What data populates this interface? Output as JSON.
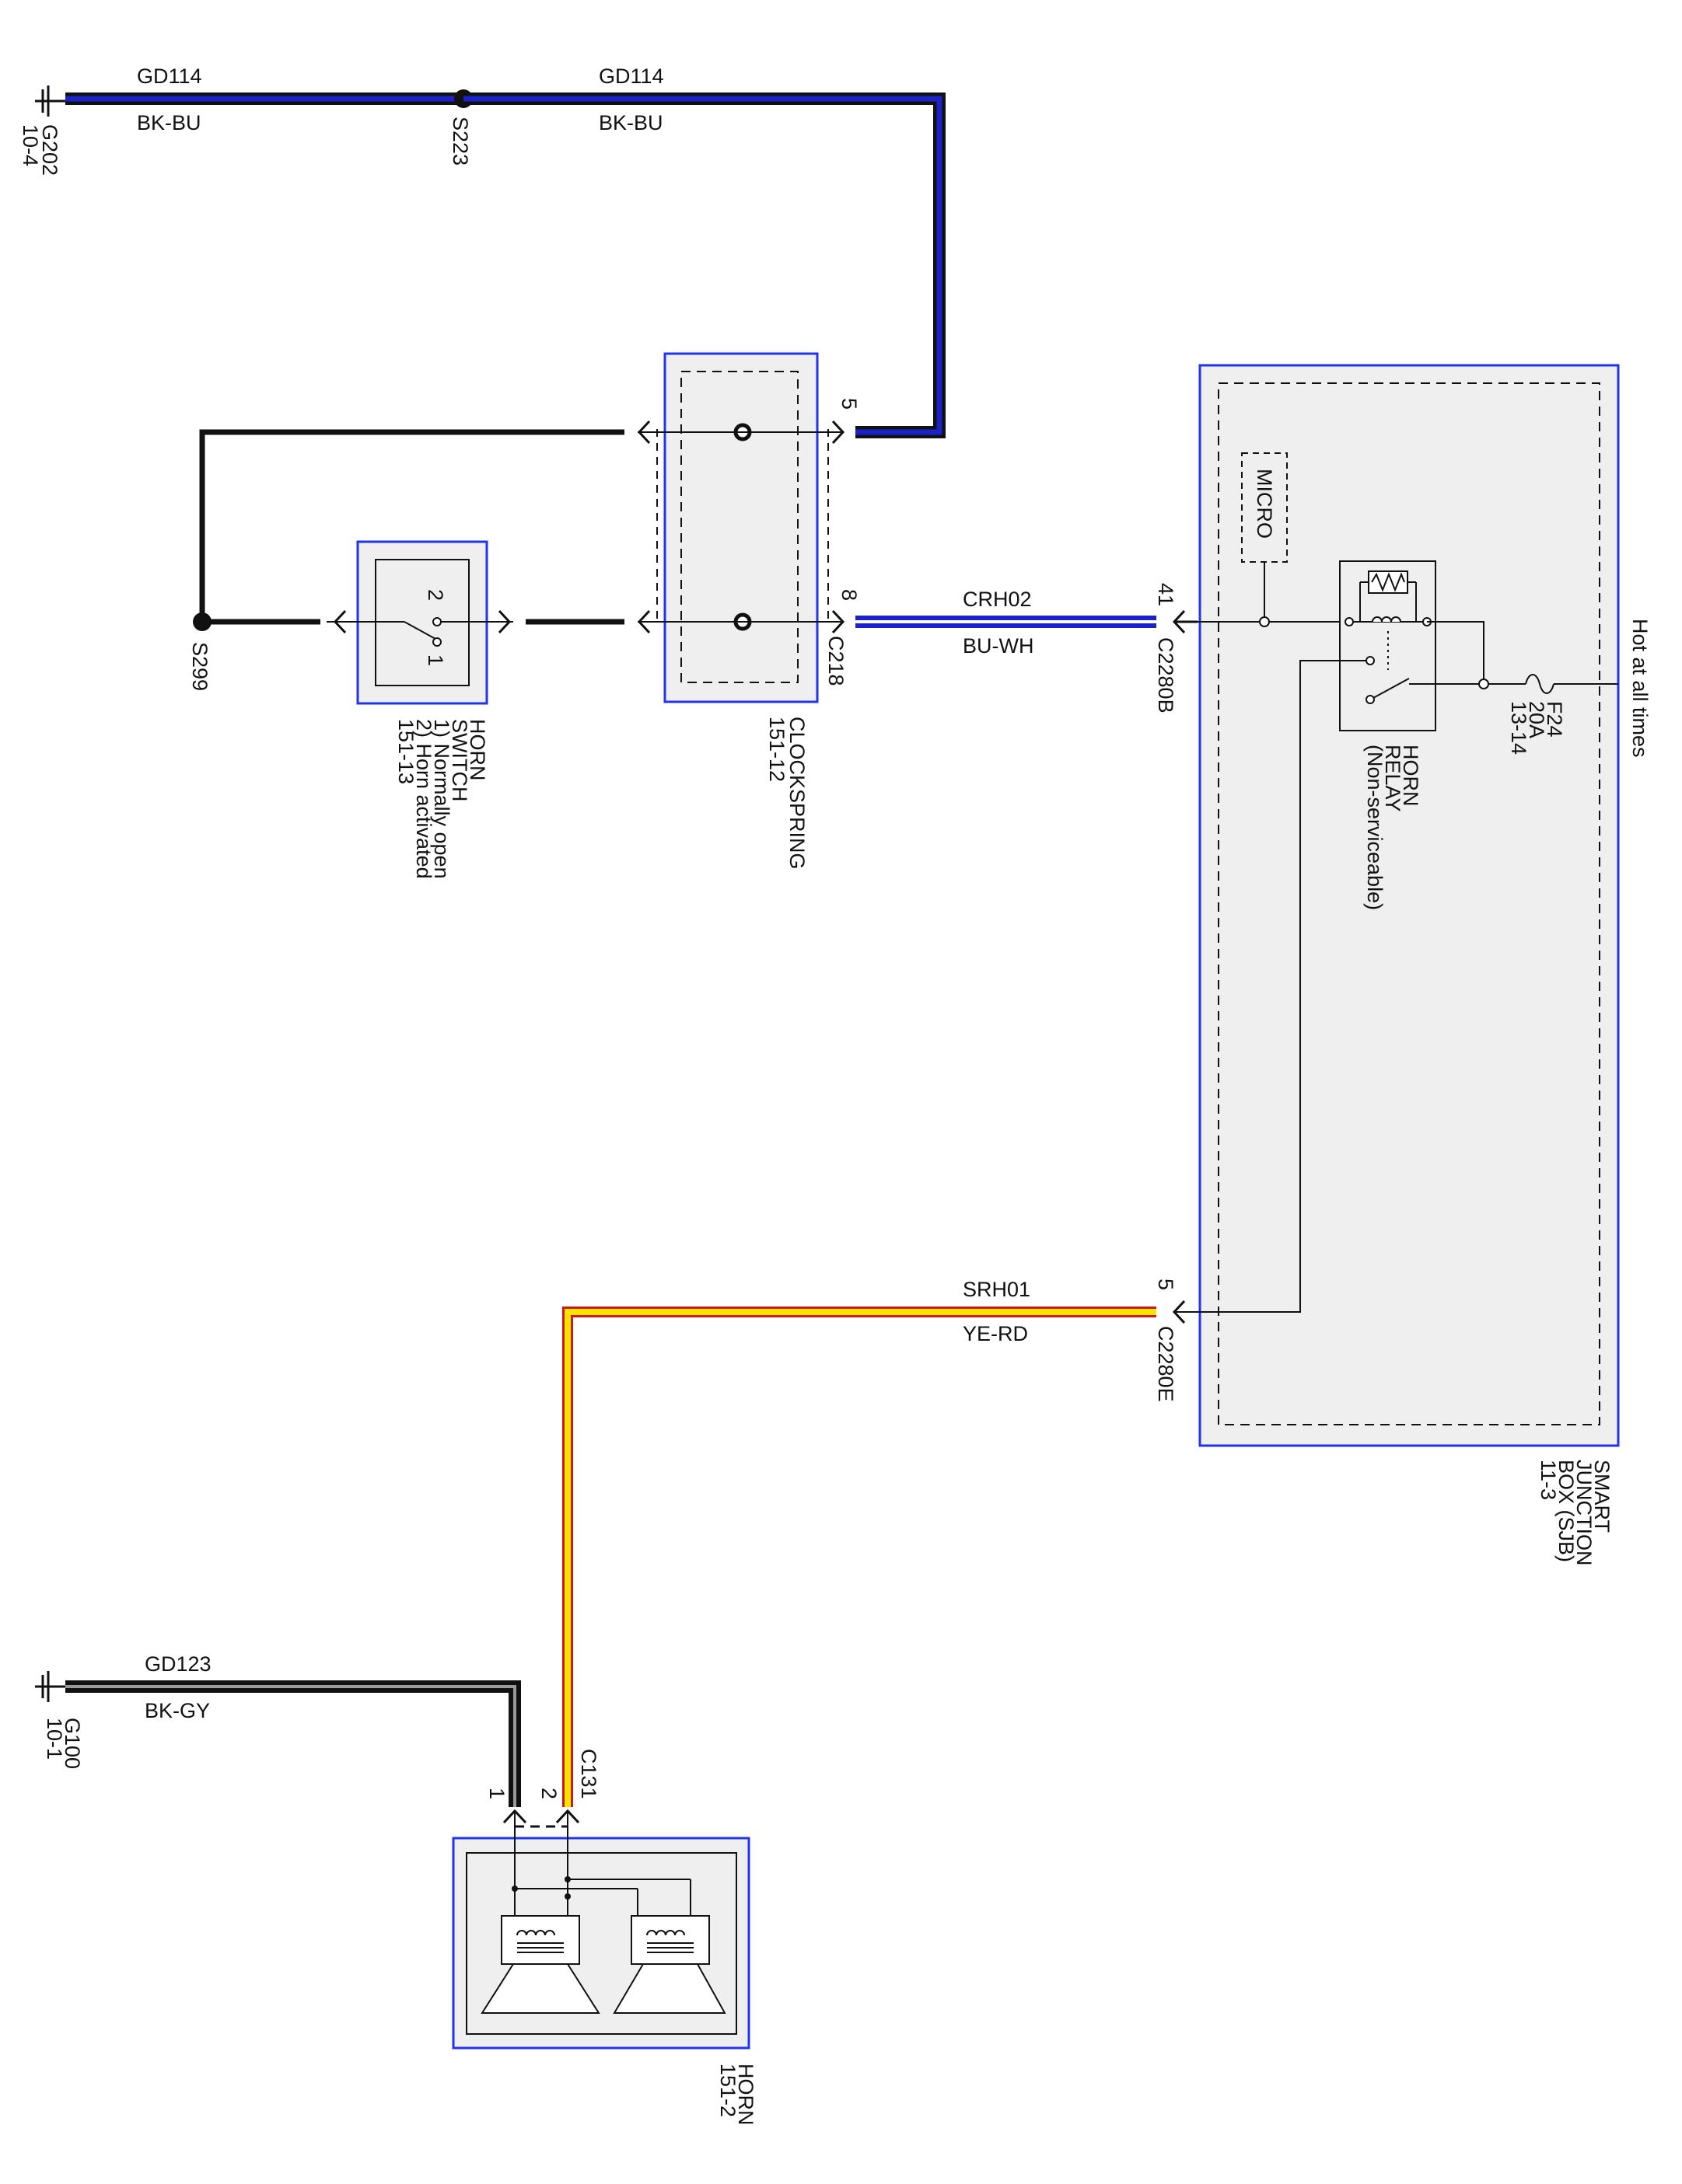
{
  "colors": {
    "wire_black": "#111111",
    "wire_blue": "#1a22c8",
    "wire_yellow": "#ffe400",
    "wire_red": "#d01818",
    "wire_gray": "#9a9a9a",
    "component_border": "#2233ee",
    "component_fill": "#efefef"
  },
  "wires": {
    "gd114_left": {
      "circuit": "GD114",
      "color_code": "BK-BU"
    },
    "gd114_right": {
      "circuit": "GD114",
      "color_code": "BK-BU"
    },
    "crh02": {
      "circuit": "CRH02",
      "color_code": "BU-WH"
    },
    "srh01": {
      "circuit": "SRH01",
      "color_code": "YE-RD"
    },
    "gd123": {
      "circuit": "GD123",
      "color_code": "BK-GY"
    }
  },
  "grounds": {
    "g202": {
      "id": "G202",
      "page": "10-4"
    },
    "g100": {
      "id": "G100",
      "page": "10-1"
    }
  },
  "splices": {
    "s223": "S223",
    "s299": "S299"
  },
  "connectors": {
    "c218": {
      "id": "C218",
      "pin_top": "5",
      "pin_bottom": "8"
    },
    "c2280b": {
      "id": "C2280B",
      "pin": "41"
    },
    "c2280e": {
      "id": "C2280E",
      "pin": "5"
    },
    "c131": {
      "id": "C131",
      "pin_1": "1",
      "pin_2": "2"
    }
  },
  "components": {
    "horn_switch": {
      "name_line1": "HORN",
      "name_line2": "SWITCH",
      "note1": "1) Normally open",
      "note2": "2) Horn activated",
      "page": "151-13",
      "pos1": "1",
      "pos2": "2"
    },
    "clockspring": {
      "name": "CLOCKSPRING",
      "page": "151-12"
    },
    "sjb": {
      "name_line1": "SMART",
      "name_line2": "JUNCTION",
      "name_line3": "BOX (SJB)",
      "page": "11-3",
      "micro": "MICRO"
    },
    "horn_relay": {
      "name_line1": "HORN",
      "name_line2": "RELAY",
      "name_line3": "(Non-serviceable)"
    },
    "fuse": {
      "id": "F24",
      "rating": "20A",
      "page": "13-14"
    },
    "horn": {
      "name": "HORN",
      "page": "151-2"
    }
  },
  "power_label": "Hot at all times"
}
